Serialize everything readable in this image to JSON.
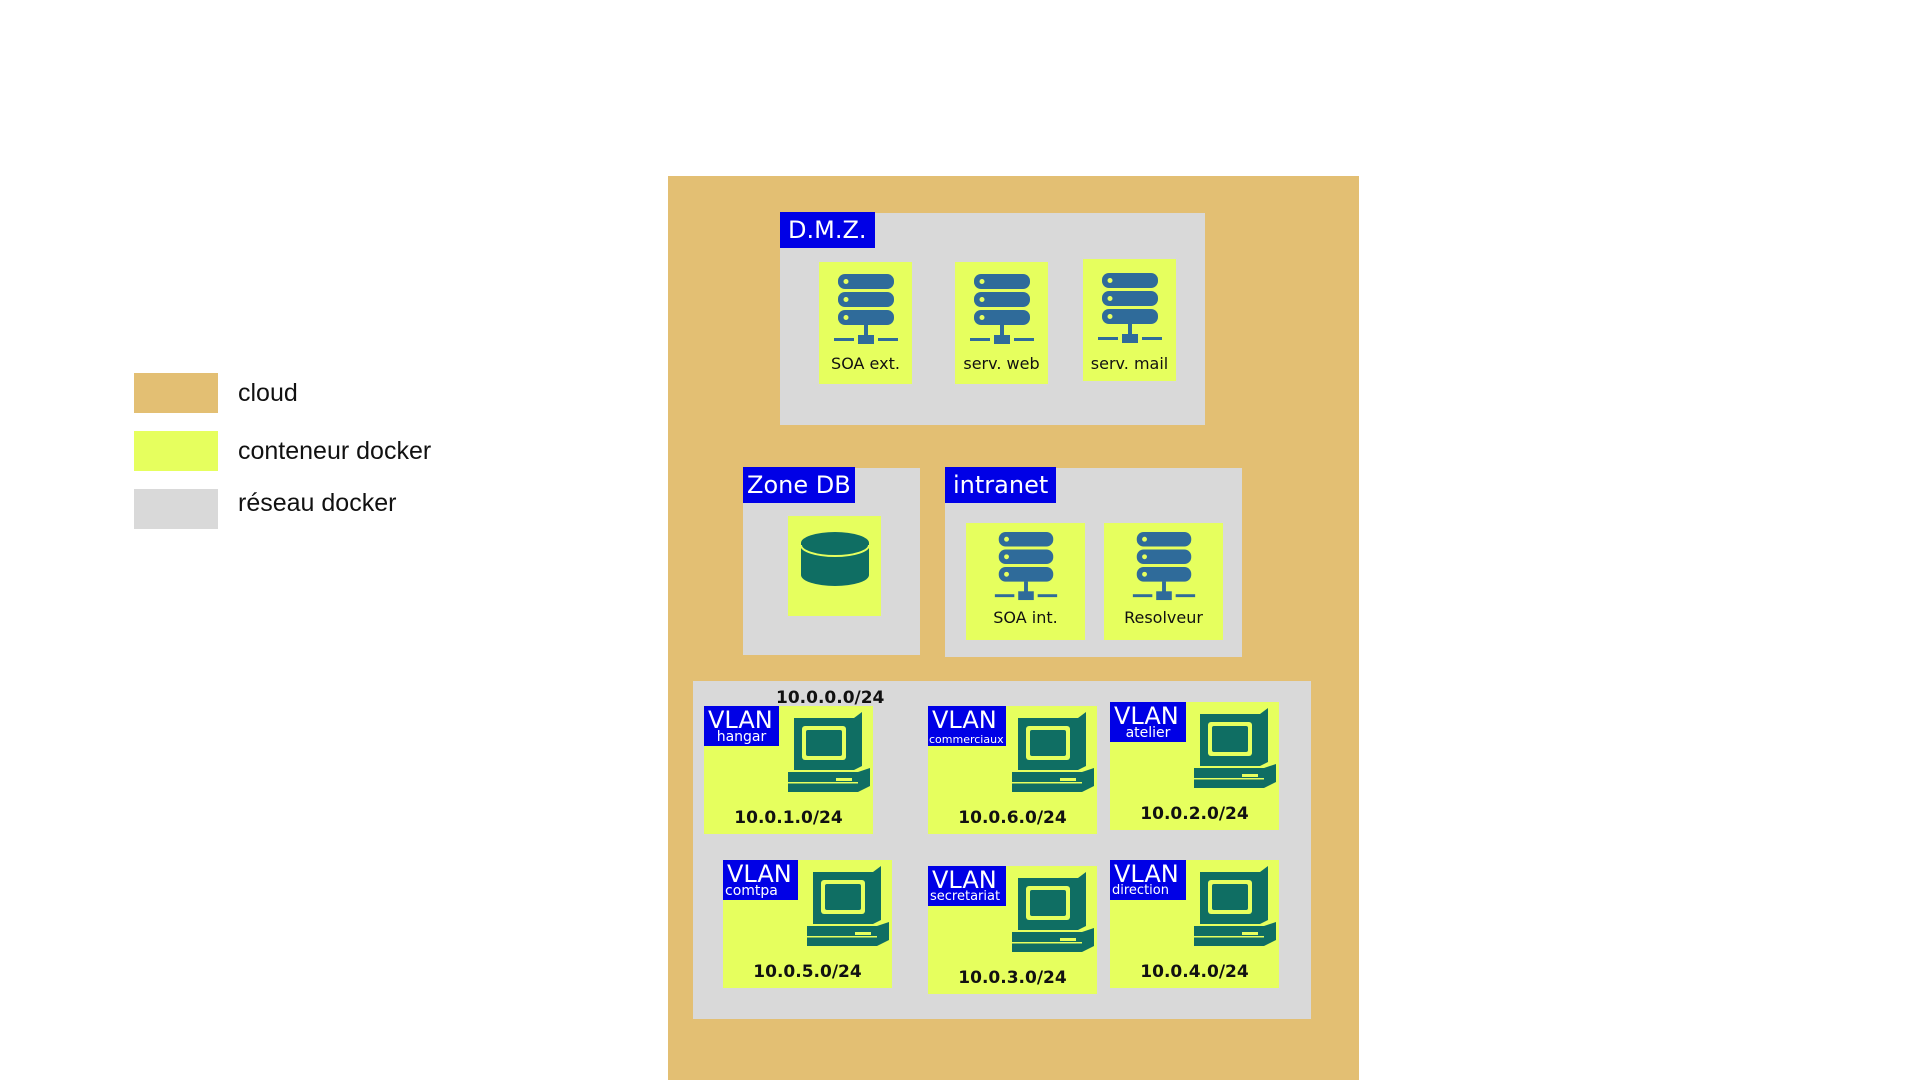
{
  "legend": [
    {
      "label": "cloud",
      "color": "#e3bf73"
    },
    {
      "label": "conteneur docker",
      "color": "#e6ff5e"
    },
    {
      "label": "réseau docker",
      "color": "#d9d9d9"
    }
  ],
  "zones": {
    "dmz": {
      "title": "D.M.Z.",
      "services": [
        "SOA ext.",
        "serv. web",
        "serv. mail"
      ]
    },
    "db": {
      "title": "Zone DB"
    },
    "intranet": {
      "title": "intranet",
      "services": [
        "SOA int.",
        "Resolveur"
      ]
    }
  },
  "lan": {
    "network": "10.0.0.0/24",
    "vlan_word": "VLAN",
    "vlans": [
      {
        "name": "hangar",
        "subnet": "10.0.1.0/24"
      },
      {
        "name": "commerciaux",
        "subnet": "10.0.6.0/24"
      },
      {
        "name": "atelier",
        "subnet": "10.0.2.0/24"
      },
      {
        "name": "comtpa",
        "subnet": "10.0.5.0/24"
      },
      {
        "name": "secretariat",
        "subnet": "10.0.3.0/24"
      },
      {
        "name": "direction",
        "subnet": "10.0.4.0/24"
      }
    ]
  },
  "icons": {
    "server": "server-icon",
    "database": "database-icon",
    "computer": "computer-icon"
  },
  "colors": {
    "tag": "#0000e6",
    "icon_blue": "#2f6b9a",
    "icon_teal": "#0f6e63"
  }
}
